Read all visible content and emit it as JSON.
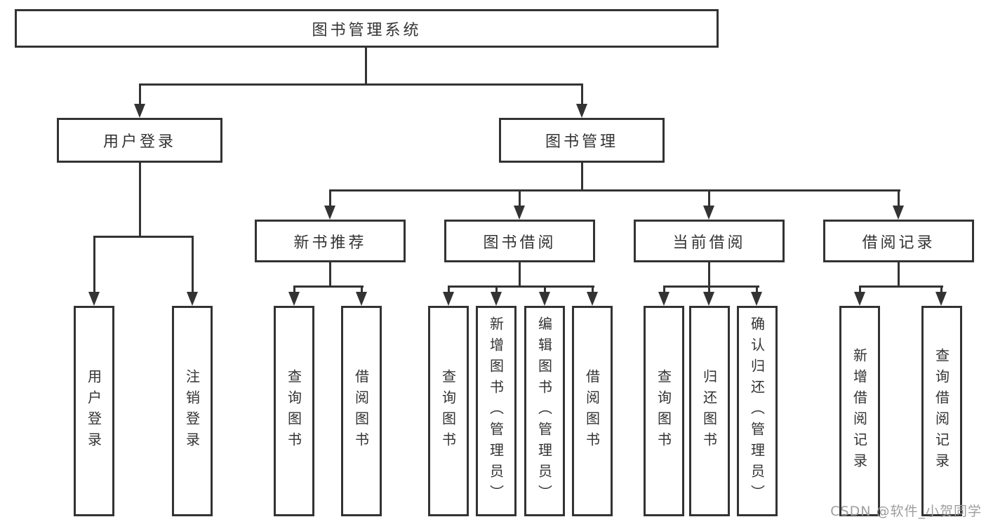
{
  "diagram_title": "图书管理系统",
  "nodes": {
    "root": {
      "label": "图书管理系统"
    },
    "user_login": {
      "label": "用户登录"
    },
    "book_management": {
      "label": "图书管理"
    },
    "new_book_rec": {
      "label": "新书推荐"
    },
    "book_borrow": {
      "label": "图书借阅"
    },
    "current_borrow": {
      "label": "当前借阅"
    },
    "borrow_records": {
      "label": "借阅记录"
    },
    "leaf_user_login": {
      "label": "用户登录"
    },
    "leaf_logout": {
      "label": "注销登录"
    },
    "leaf_query_book_rec": {
      "label": "查询图书"
    },
    "leaf_borrow_book_rec": {
      "label": "借阅图书"
    },
    "leaf_query_book_borrow": {
      "label": "查询图书"
    },
    "leaf_add_book": {
      "label": "新增图书（管理员）"
    },
    "leaf_edit_book": {
      "label": "编辑图书（管理员）"
    },
    "leaf_borrow_book_borrow": {
      "label": "借阅图书"
    },
    "leaf_query_book_current": {
      "label": "查询图书"
    },
    "leaf_return_book": {
      "label": "归还图书"
    },
    "leaf_confirm_return": {
      "label": "确认归还（管理员）"
    },
    "leaf_add_borrow_record": {
      "label": "新增借阅记录"
    },
    "leaf_query_borrow_record": {
      "label": "查询借阅记录"
    }
  },
  "edges": [
    [
      "图书管理系统",
      "用户登录"
    ],
    [
      "图书管理系统",
      "图书管理"
    ],
    [
      "用户登录",
      "用户登录(叶)"
    ],
    [
      "用户登录",
      "注销登录"
    ],
    [
      "图书管理",
      "新书推荐"
    ],
    [
      "图书管理",
      "图书借阅"
    ],
    [
      "图书管理",
      "当前借阅"
    ],
    [
      "图书管理",
      "借阅记录"
    ],
    [
      "新书推荐",
      "查询图书"
    ],
    [
      "新书推荐",
      "借阅图书"
    ],
    [
      "图书借阅",
      "查询图书"
    ],
    [
      "图书借阅",
      "新增图书（管理员）"
    ],
    [
      "图书借阅",
      "编辑图书（管理员）"
    ],
    [
      "图书借阅",
      "借阅图书"
    ],
    [
      "当前借阅",
      "查询图书"
    ],
    [
      "当前借阅",
      "归还图书"
    ],
    [
      "当前借阅",
      "确认归还（管理员）"
    ],
    [
      "借阅记录",
      "新增借阅记录"
    ],
    [
      "借阅记录",
      "查询借阅记录"
    ]
  ],
  "watermark": {
    "text": "CSDN @软件_小贺同学"
  },
  "colors": {
    "line": "#333333",
    "box_border": "#333333",
    "text": "#333333",
    "watermark": "#9e9e9e",
    "background": "#ffffff"
  }
}
